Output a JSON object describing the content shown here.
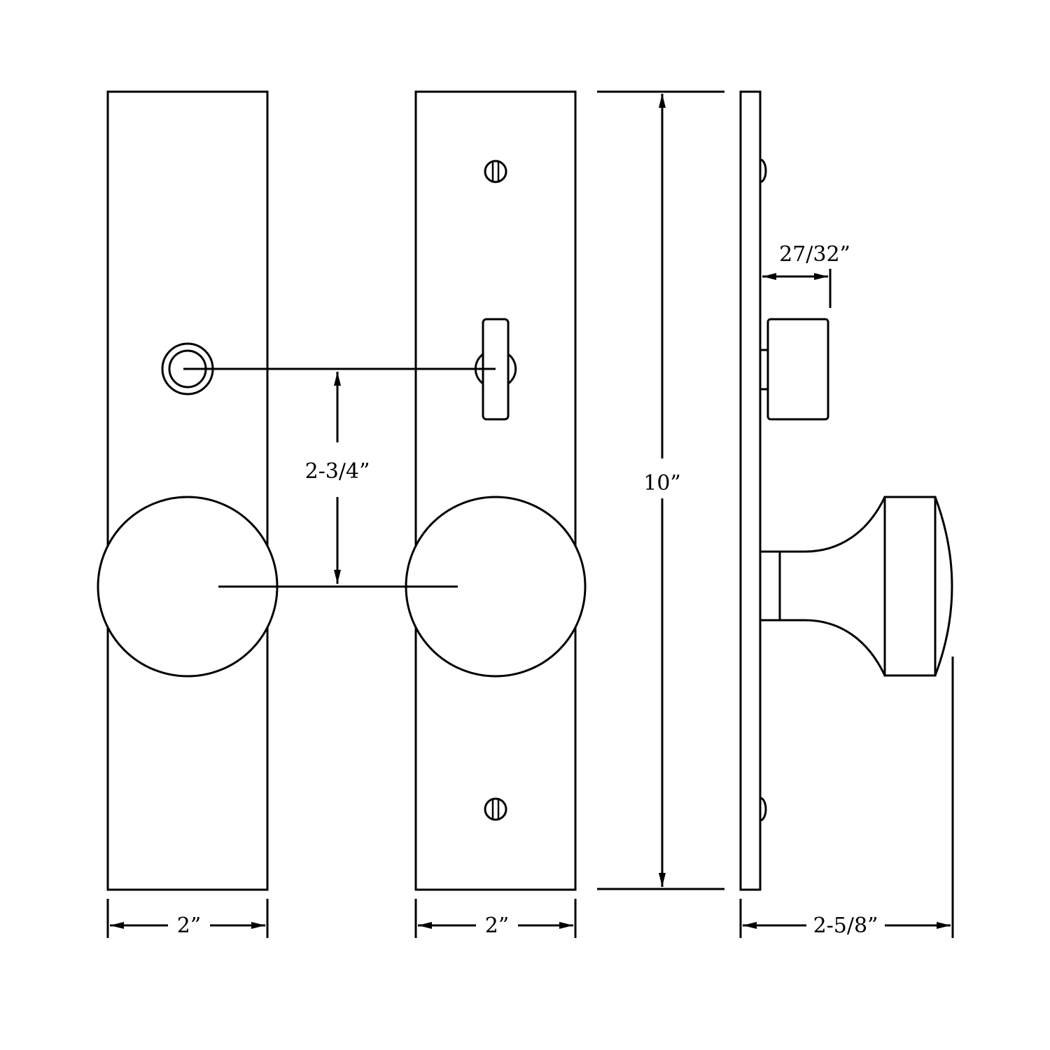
{
  "diagram": {
    "title": "Door knob backplate set dimension drawing",
    "views": [
      {
        "id": "exterior-front",
        "features": [
          "cylinder-keyhole",
          "knob"
        ]
      },
      {
        "id": "interior-front",
        "features": [
          "mounting-screw-top",
          "thumb-turn",
          "knob",
          "mounting-screw-bottom"
        ]
      },
      {
        "id": "side-profile",
        "features": [
          "plate",
          "thumb-turn-profile",
          "knob-profile"
        ]
      }
    ],
    "dimensions": {
      "exterior_width": "2”",
      "interior_width": "2”",
      "height": "10”",
      "center_to_center": "2-3/4”",
      "thumbturn_projection": "27/32”",
      "knob_projection": "2-5/8”"
    },
    "colors": {
      "line": "#000000",
      "background": "#ffffff"
    }
  }
}
